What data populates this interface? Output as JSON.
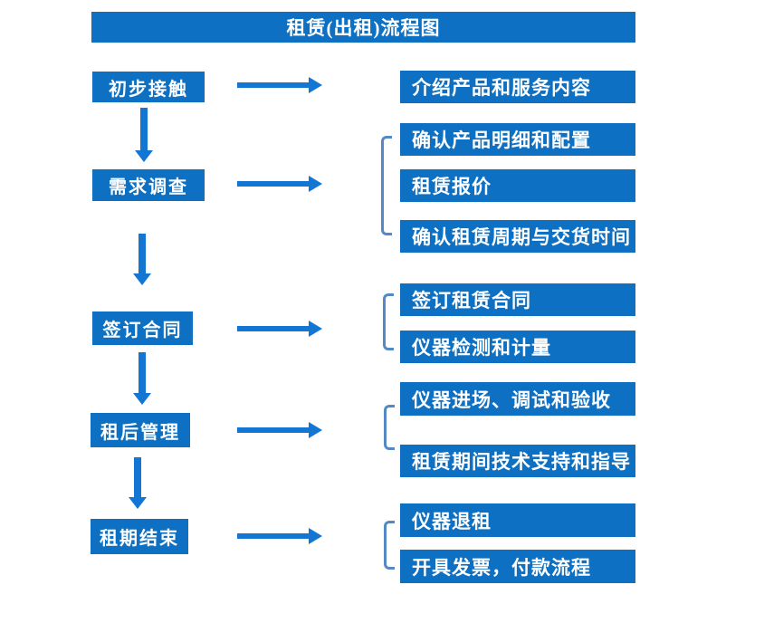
{
  "title": "租赁(出租)流程图",
  "colors": {
    "box_blue": "#0d70c2",
    "arrow_blue": "#1376d2",
    "bracket_blue": "#5589c6",
    "text_white": "#ffffff",
    "page_bg": "#ffffff"
  },
  "steps": [
    {
      "label": "初步接触",
      "details": [
        "介绍产品和服务内容"
      ]
    },
    {
      "label": "需求调查",
      "details": [
        "确认产品明细和配置",
        "租赁报价",
        "确认租赁周期与交货时间"
      ]
    },
    {
      "label": "签订合同",
      "details": [
        "签订租赁合同",
        "仪器检测和计量"
      ]
    },
    {
      "label": "租后管理",
      "details": [
        "仪器进场、调试和验收",
        "租赁期间技术支持和指导"
      ]
    },
    {
      "label": "租期结束",
      "details": [
        "仪器退租",
        "开具发票，付款流程"
      ]
    }
  ]
}
